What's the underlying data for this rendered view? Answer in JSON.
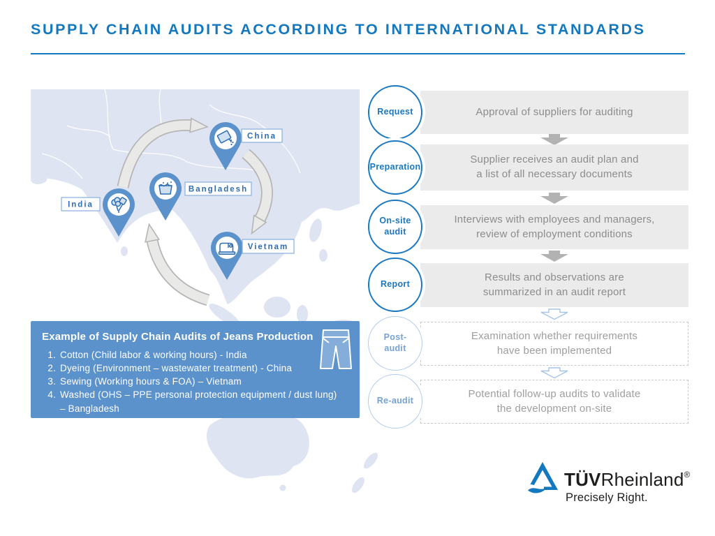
{
  "title": "SUPPLY CHAIN AUDITS ACCORDING TO INTERNATIONAL STANDARDS",
  "map": {
    "locations": [
      {
        "label": "India",
        "icon": "cotton-icon"
      },
      {
        "label": "China",
        "icon": "dye-pouring-icon"
      },
      {
        "label": "Bangladesh",
        "icon": "washing-tub-icon"
      },
      {
        "label": "Vietnam",
        "icon": "sewing-machine-icon"
      }
    ]
  },
  "example_box": {
    "title": "Example of Supply Chain Audits of Jeans Production",
    "items": [
      "Cotton (Child labor & working hours) - India",
      "Dyeing (Environment – wastewater treatment) - China",
      "Sewing (Working hours & FOA) – Vietnam",
      "Washed (OHS – PPE personal protection equipment / dust lung) – Bangladesh"
    ],
    "icon": "jeans-icon"
  },
  "process": {
    "steps": [
      {
        "label": "Request",
        "description": "Approval of suppliers for auditing",
        "type": "solid"
      },
      {
        "label": "Preparation",
        "description": "Supplier receives an audit plan and\na list of all necessary documents",
        "type": "solid"
      },
      {
        "label": "On-site\naudit",
        "description": "Interviews with employees and managers,\nreview of employment conditions",
        "type": "solid"
      },
      {
        "label": "Report",
        "description": "Results and observations are\nsummarized in an audit report",
        "type": "solid"
      },
      {
        "label": "Post-\naudit",
        "description": "Examination whether requirements\nhave been implemented",
        "type": "dashed"
      },
      {
        "label": "Re-audit",
        "description": "Potential follow-up audits to validate\nthe development on-site",
        "type": "dashed"
      }
    ]
  },
  "logo": {
    "brand_bold": "TÜV",
    "brand_regular": "Rheinland",
    "registered": "®",
    "tagline": "Precisely Right."
  },
  "colors": {
    "accent_blue": "#1478be",
    "pin_blue": "#5b92cc",
    "icon_blue": "#2e6db3",
    "panel_blue": "#5b92cc",
    "map_land": "#dfe4f2",
    "box_gray": "#ebebeb",
    "arrow_gray": "#b2b2b2",
    "text_gray": "#8c8c8c",
    "light_blue_outline": "#aac8ea"
  }
}
